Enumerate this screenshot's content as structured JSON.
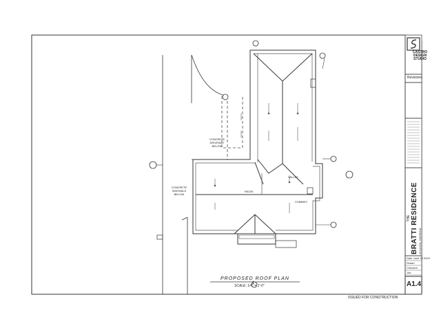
{
  "drawing": {
    "title": "PROPOSED ROOF PLAN",
    "detail_number": "1",
    "scale": "SCALE: 1/4\" = 1'-0\"",
    "issued": "ISSUED FOR CONSTRUCTION",
    "sheet_number": "A1.4"
  },
  "title_block": {
    "firm": [
      "CASTRO",
      "DESIGN",
      "STUDIO"
    ],
    "revisions_label": "Revisions",
    "project_the": "THE",
    "project_name": "BRATTI RESIDENCE",
    "project_address": "ATLANTA, GEORGIA",
    "date_label": "Date",
    "date_value": "June 19 2023",
    "drawn_label": "Drawn",
    "checked_label": "Checked",
    "job_label": "Job"
  },
  "labels": {
    "concrete_sidewalk": "CONCRETE SIDEWALK BELOW",
    "concrete_driveway": "CONCRETE DRIVEWAY BELOW",
    "ridge": "RIDGE",
    "valley": "VALLEY",
    "chimney": "CHIMNEY"
  }
}
